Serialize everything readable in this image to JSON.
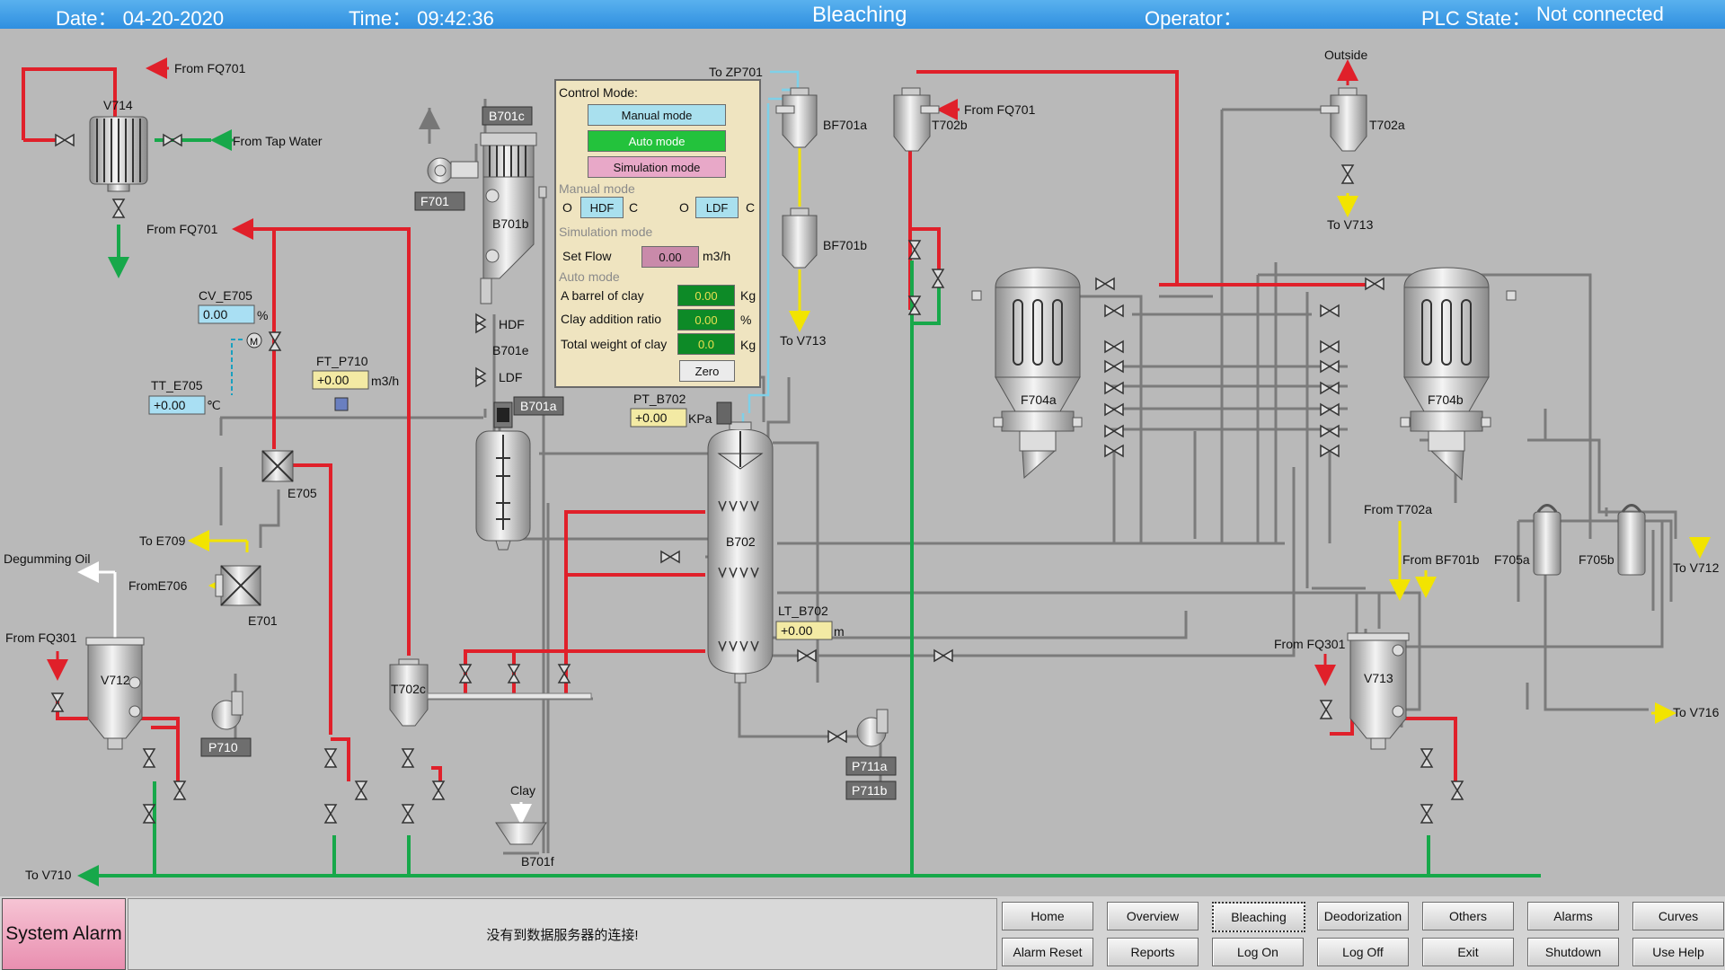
{
  "header": {
    "date": "Date：  04-20-2020",
    "time": "Time：  09:42:36",
    "title": "Bleaching",
    "operator": "Operator：",
    "plc_label": "PLC State：",
    "plc_value": "Not connected"
  },
  "panel": {
    "control_mode": "Control Mode:",
    "manual_btn": "Manual mode",
    "auto_btn": "Auto mode",
    "sim_btn": "Simulation mode",
    "manual_section": "Manual mode",
    "o": "O",
    "c": "C",
    "hdf": "HDF",
    "ldf": "LDF",
    "sim_section": "Simulation mode",
    "set_flow": "Set Flow",
    "set_flow_val": "0.00",
    "set_flow_unit": "m3/h",
    "auto_section": "Auto mode",
    "barrel": "A barrel of clay",
    "barrel_val": "0.00",
    "barrel_unit": "Kg",
    "ratio": "Clay addition ratio",
    "ratio_val": "0.00",
    "ratio_unit": "%",
    "total": "Total weight of clay",
    "total_val": "0.0",
    "total_unit": "Kg",
    "zero": "Zero"
  },
  "equip": {
    "v714": "V714",
    "v712": "V712",
    "v713": "V713",
    "b701c": "B701c",
    "b701b": "B701b",
    "b701a": "B701a",
    "b701e": "B701e",
    "b701f": "B701f",
    "f701": "F701",
    "bf701a": "BF701a",
    "bf701b": "BF701b",
    "t702a": "T702a",
    "t702b": "T702b",
    "t702c": "T702c",
    "f704a": "F704a",
    "f704b": "F704b",
    "f705a": "F705a",
    "f705b": "F705b",
    "b702": "B702",
    "e705": "E705",
    "e701": "E701",
    "p710": "P710",
    "p711a": "P711a",
    "p711b": "P711b",
    "hdf": "HDF",
    "ldf": "LDF"
  },
  "labels": {
    "from_fq701_1": "From FQ701",
    "from_tap": "From Tap Water",
    "from_fq701_2": "From FQ701",
    "from_fq701_3": "From FQ701",
    "to_zp701": "To ZP701",
    "to_v713_1": "To V713",
    "to_v713_2": "To V713",
    "outside": "Outside",
    "to_e709": "To E709",
    "degumming": "Degumming Oil",
    "frome706": "FromE706",
    "from_fq301_1": "From FQ301",
    "from_fq301_2": "From FQ301",
    "to_v710": "To V710",
    "clay": "Clay",
    "from_t702a": "From T702a",
    "from_bf701b": "From BF701b",
    "to_v712": "To V712",
    "to_v716": "To V716"
  },
  "instruments": {
    "cv_e705": "CV_E705",
    "cv_e705_val": "0.00",
    "cv_e705_unit": "%",
    "tt_e705": "TT_E705",
    "tt_e705_val": "+0.00",
    "tt_e705_unit": "℃",
    "ft_p710": "FT_P710",
    "ft_p710_val": "+0.00",
    "ft_p710_unit": "m3/h",
    "pt_b702": "PT_B702",
    "pt_b702_val": "+0.00",
    "pt_b702_unit": "KPa",
    "lt_b702": "LT_B702",
    "lt_b702_val": "+0.00",
    "lt_b702_unit": "m",
    "motor": "M"
  },
  "bottom": {
    "system_alarm": "System Alarm",
    "message": "没有到数据服务器的连接!",
    "nav_top": [
      "Home",
      "Overview",
      "Bleaching",
      "Deodorization",
      "Others",
      "Alarms",
      "Curves"
    ],
    "nav_bottom": [
      "Alarm Reset",
      "Reports",
      "Log On",
      "Log Off",
      "Exit",
      "Shutdown",
      "Use Help"
    ]
  },
  "colors": {
    "red_line": "#e0202a",
    "green_line": "#17a84a",
    "yellow_line": "#f2e400",
    "grey_line": "#7b7b7b",
    "cyan_line": "#7fd0e8"
  }
}
